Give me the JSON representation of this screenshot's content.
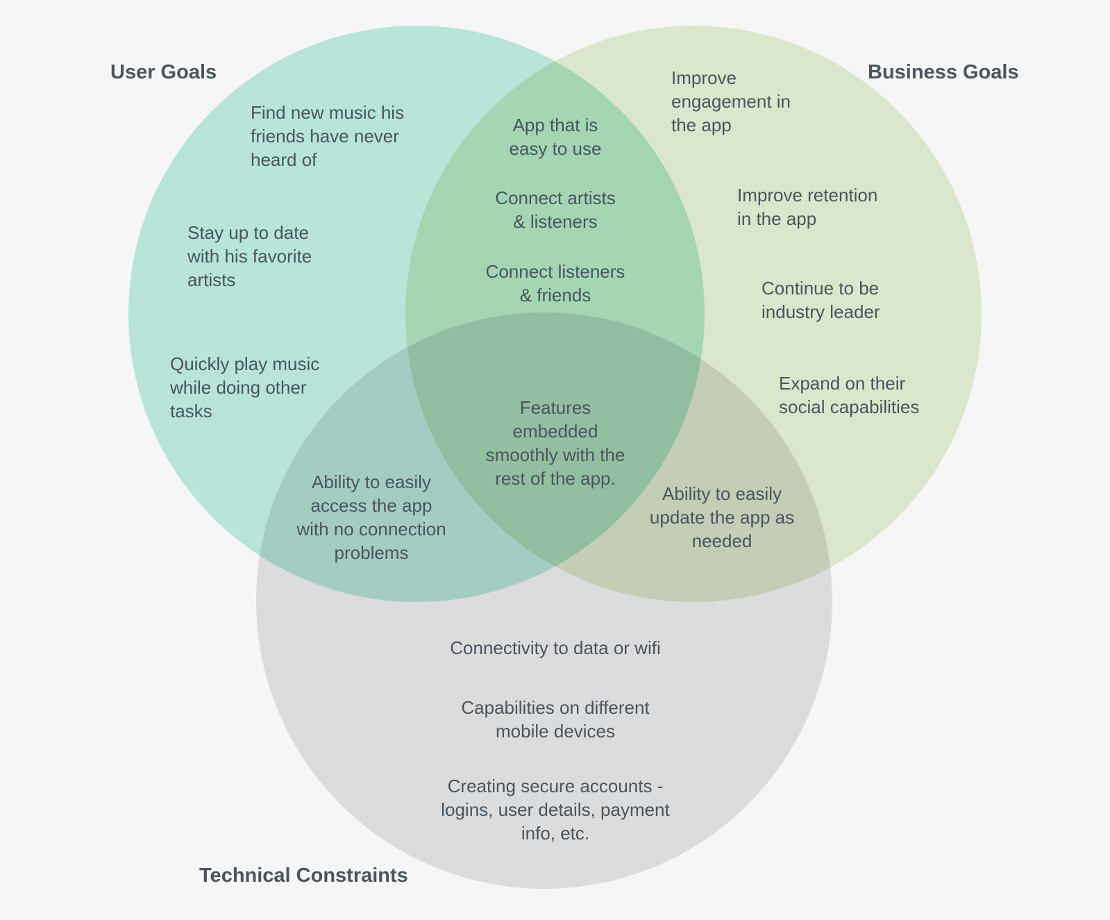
{
  "colors": {
    "background": "#f6f6f6",
    "user_goals": "#bfede1",
    "business_goals": "#e3f0d4",
    "technical_constraints": "#e4e4e4",
    "text": "#4a5560"
  },
  "sets": {
    "user_goals": {
      "title": "User Goals"
    },
    "business_goals": {
      "title": "Business Goals"
    },
    "technical_constraints": {
      "title": "Technical Constraints"
    }
  },
  "regions": {
    "user_only": [
      "Find new music his\nfriends have never\nheard of",
      "Stay up to date\nwith his favorite\nartists",
      "Quickly play music\nwhile doing other\ntasks"
    ],
    "business_only": [
      "Improve\nengagement in\nthe app",
      "Improve retention\nin the app",
      "Continue to be\nindustry leader",
      "Expand on their\nsocial capabilities"
    ],
    "technical_only": [
      "Connectivity to data or wifi",
      "Capabilities on different\nmobile devices",
      "Creating secure accounts -\nlogins, user details, payment\ninfo, etc."
    ],
    "user_business": [
      "App that is\neasy to use",
      "Connect artists\n& listeners",
      "Connect listeners\n& friends"
    ],
    "user_technical": [
      "Ability to easily\naccess the app\nwith no connection\nproblems"
    ],
    "business_technical": [
      "Ability to easily\nupdate the app as\nneeded"
    ],
    "all_three": [
      "Features\nembedded\nsmoothly with the\nrest of the app."
    ]
  }
}
